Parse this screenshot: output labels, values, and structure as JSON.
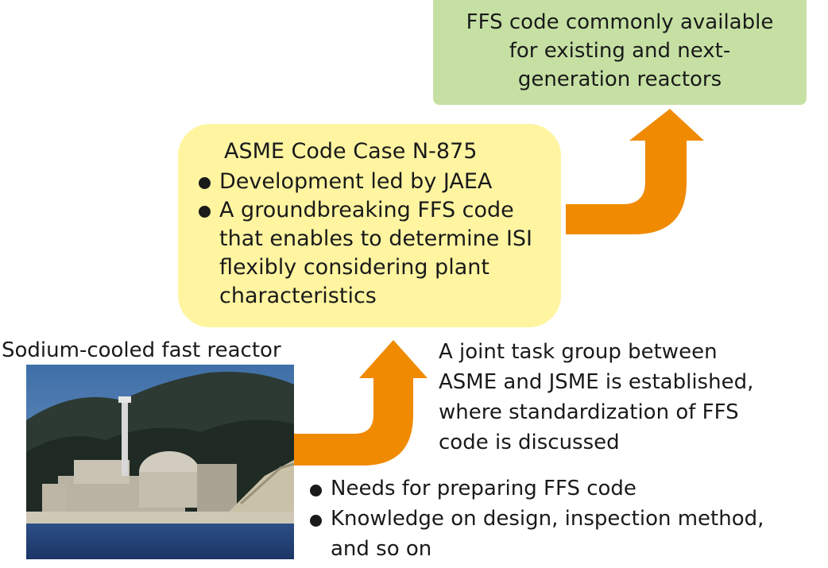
{
  "top_box": {
    "lines": [
      "FFS code commonly available",
      "for existing and next-",
      "generation reactors"
    ]
  },
  "middle_box": {
    "title": "ASME Code Case N-875",
    "bullets": [
      {
        "lines": [
          "Development led by JAEA"
        ]
      },
      {
        "lines": [
          "A groundbreaking FFS code",
          "that enables to determine ISI",
          "flexibly considering plant",
          "characteristics"
        ]
      }
    ]
  },
  "reactor": {
    "label": "Sodium-cooled fast reactor",
    "photo_alt": "Sodium-cooled fast reactor"
  },
  "joint_group": {
    "lines": [
      "A joint task group between",
      "ASME and JSME is established,",
      "where standardization of FFS",
      "code is discussed"
    ]
  },
  "bottom_bullets": [
    {
      "lines": [
        "Needs for preparing FFS code"
      ]
    },
    {
      "lines": [
        "Knowledge on design, inspection method,",
        "and so on"
      ]
    }
  ],
  "colors": {
    "arrow": "#f08a00",
    "top_box": "#c6e0a4",
    "middle_box": "#fff5a1"
  }
}
